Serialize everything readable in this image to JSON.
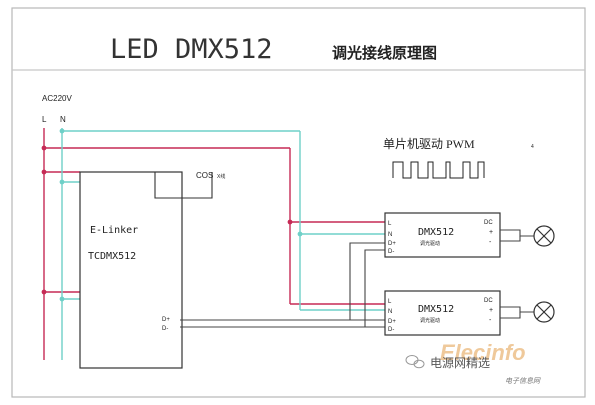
{
  "title": {
    "latin": "LED   DMX512",
    "cjk": "调光接线原理图"
  },
  "power": {
    "label": "AC220V",
    "l": "L",
    "n": "N"
  },
  "controller": {
    "line1": "E-Linker",
    "line2": "TCDMX512",
    "d_plus": "D+",
    "d_minus": "D-"
  },
  "cos_label": "COS",
  "cos_suffix": "X线",
  "pwm_caption": "单片机驱动 PWM",
  "decoder1": {
    "name": "DMX512",
    "sub": "调光驱动",
    "pins": [
      "L",
      "N",
      "D+",
      "D-"
    ],
    "dc": "DC",
    "plus": "+",
    "minus": "-"
  },
  "decoder2": {
    "name": "DMX512",
    "sub": "调光驱动",
    "pins": [
      "L",
      "N",
      "D+",
      "D-"
    ],
    "dc": "DC",
    "plus": "+",
    "minus": "-"
  },
  "watermark": {
    "logo": "Elecinfo",
    "cn1": "电源网精选",
    "cn2": "电子信息网"
  },
  "colors": {
    "line_red": "#c62a55",
    "line_cyan": "#6fd0c8",
    "line_dark": "#444444",
    "frame": "#b8b8b8",
    "watermark": "#e9b77a"
  }
}
